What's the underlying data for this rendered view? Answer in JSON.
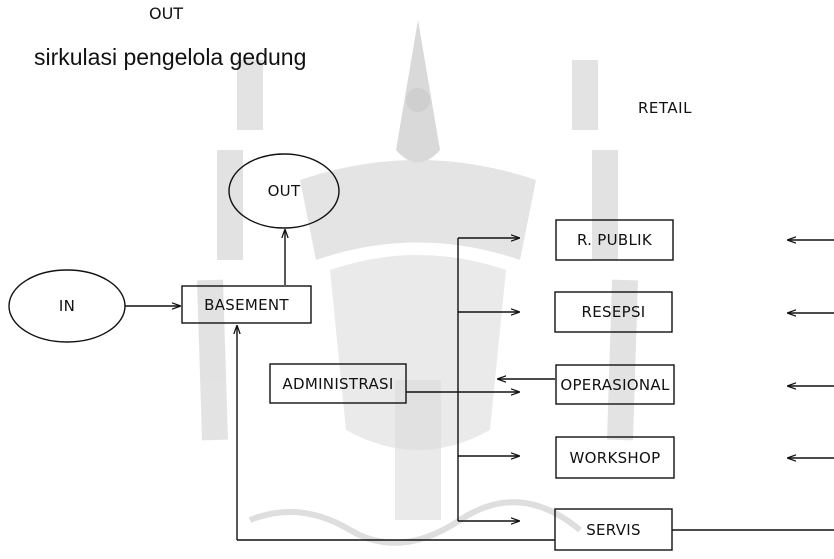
{
  "header": {
    "top_label": "OUT",
    "title": "sirkulasi pengelola gedung",
    "retail_label": "RETAIL"
  },
  "nodes": {
    "in": "IN",
    "out": "OUT",
    "basement": "BASEMENT",
    "administrasi": "ADMINISTRASI",
    "r_publik": "R. PUBLIK",
    "resepsi": "RESEPSI",
    "operasional": "OPERASIONAL",
    "workshop": "WORKSHOP",
    "servis": "SERVIS"
  },
  "colors": {
    "ink": "#111111",
    "watermark": "#d9d9d9"
  }
}
